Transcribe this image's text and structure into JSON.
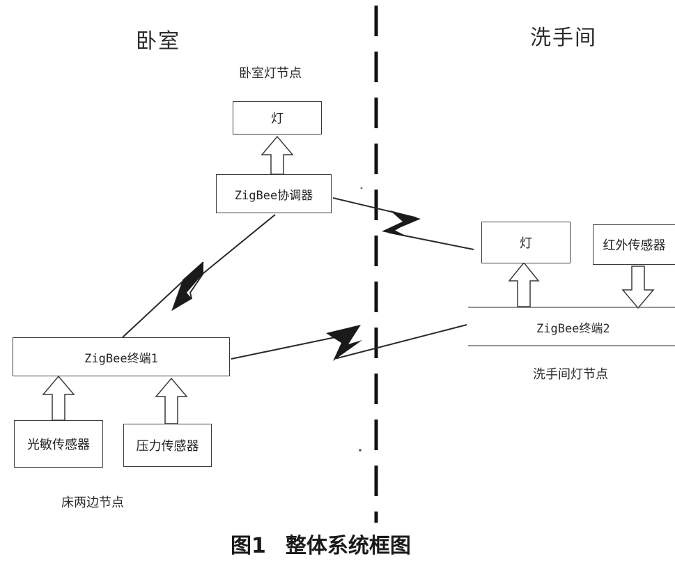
{
  "regions": {
    "bedroom": "卧室",
    "bathroom": "洗手间"
  },
  "groups": {
    "bedroom_light_node": "卧室灯节点",
    "bedside_node": "床两边节点",
    "bathroom_light_node": "洗手间灯节点"
  },
  "nodes": {
    "bedroom_lamp": "灯",
    "coordinator": "ZigBee协调器",
    "terminal1": "ZigBee终端1",
    "light_sensor": "光敏传感器",
    "pressure_sensor": "压力传感器",
    "bathroom_lamp": "灯",
    "infrared_sensor": "红外传感器",
    "terminal2": "ZigBee终端2"
  },
  "caption": {
    "number": "图1",
    "title": "整体系统框图"
  },
  "colors": {
    "stroke": "#3a3a3a",
    "text": "#222222",
    "divider": "#111111"
  }
}
